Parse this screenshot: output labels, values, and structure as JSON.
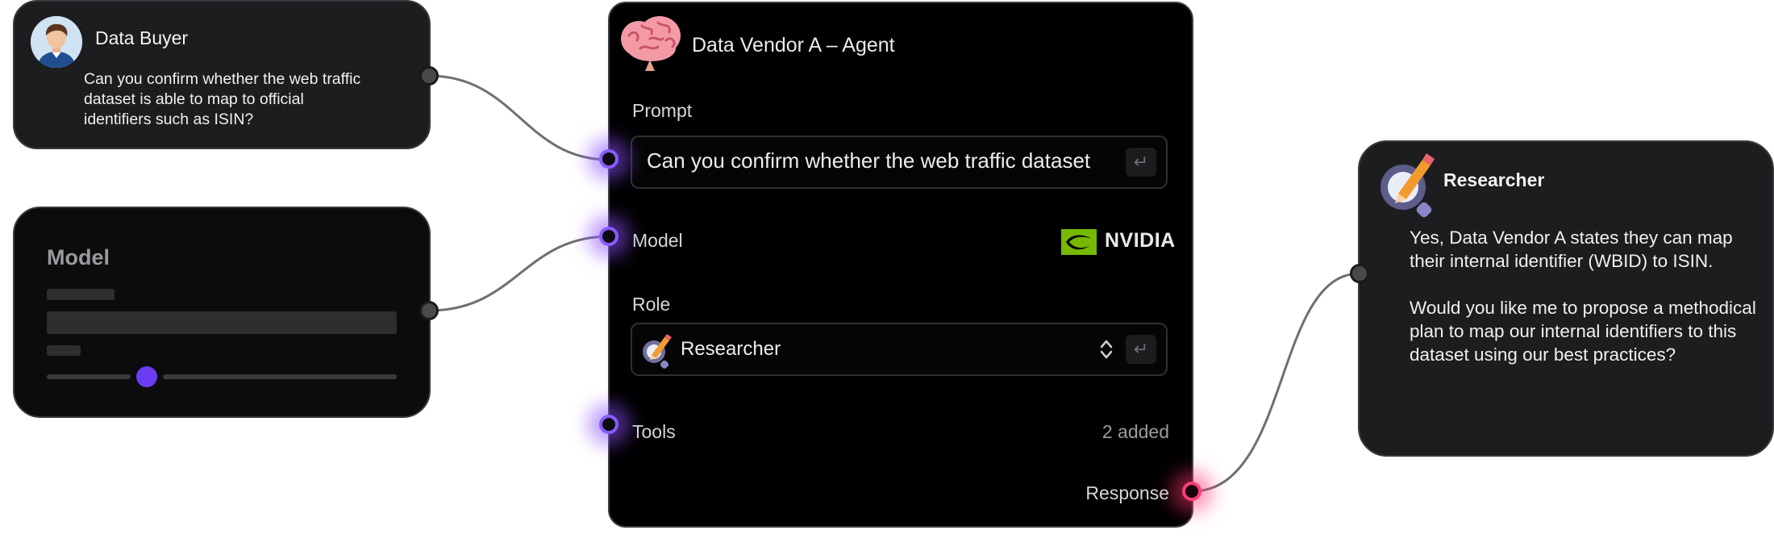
{
  "buyer": {
    "name": "Data Buyer",
    "message": "Can you confirm whether the web traffic\ndataset is able to map to official\nidentifiers such as ISIN?"
  },
  "model_card": {
    "title": "Model"
  },
  "agent": {
    "title": "Data Vendor A – Agent",
    "prompt_label": "Prompt",
    "prompt_text": "Can you confirm whether the web traffic dataset",
    "model_label": "Model",
    "model_provider": "NVIDIA",
    "role_label": "Role",
    "role_value": "Researcher",
    "tools_label": "Tools",
    "tools_count": "2 added",
    "response_label": "Response"
  },
  "researcher": {
    "name": "Researcher",
    "message": "Yes, Data Vendor A states they can map their internal identifier (WBID) to ISIN.\n\nWould you like me to propose a methodical plan to map our internal identifiers to this dataset using our best practices?"
  },
  "colors": {
    "input_port": "#8a5cff",
    "output_port": "#ff3d74",
    "nvidia_green": "#76b900",
    "wire": "#6e6e74"
  },
  "icons": {
    "enter": "↵"
  }
}
